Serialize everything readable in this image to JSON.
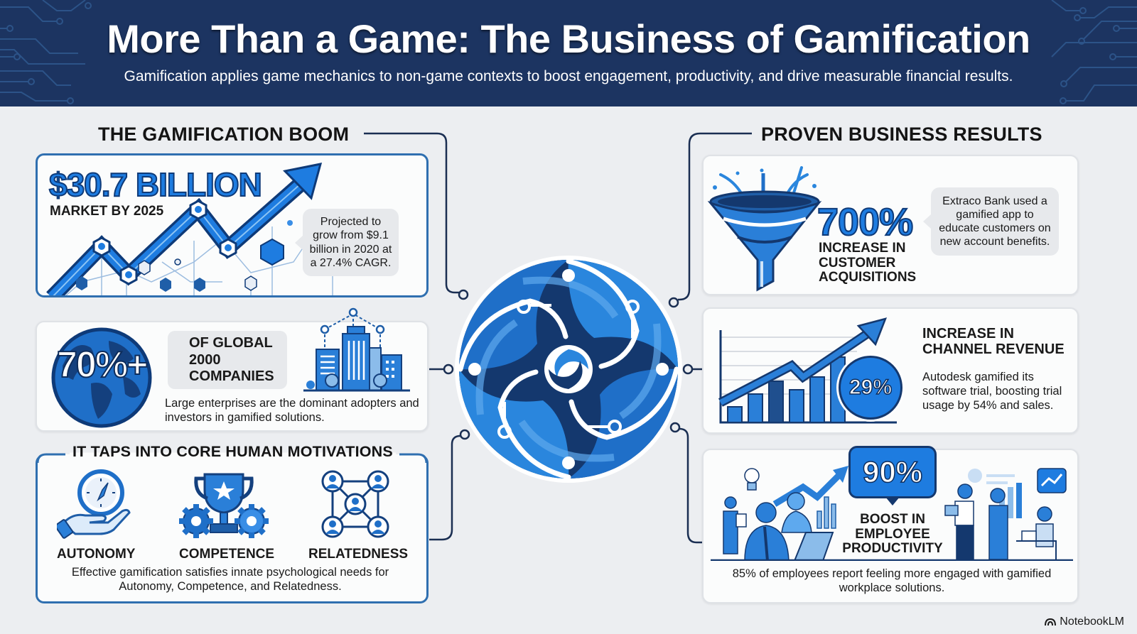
{
  "header": {
    "title": "More Than a Game: The Business of Gamification",
    "subtitle": "Gamification applies game mechanics to non-game contexts to boost engagement, productivity, and drive measurable financial results."
  },
  "left_section": {
    "title": "THE GAMIFICATION BOOM",
    "market_card": {
      "headline": "$30.7 BILLION",
      "subheadline": "MARKET BY 2025",
      "note": "Projected to grow from $9.1 billion in 2020 at a 27.4% CAGR.",
      "icon": "rising-line-chart-arrow-icon"
    },
    "adoption_card": {
      "stat": "70%+",
      "label_line1": "OF GLOBAL",
      "label_line2": "2000",
      "label_line3": "COMPANIES",
      "description": "Large enterprises are the dominant adopters and investors in gamified solutions.",
      "icons": [
        "globe-icon",
        "city-buildings-icon"
      ]
    },
    "motivations_card": {
      "title": "IT TAPS INTO CORE HUMAN MOTIVATIONS",
      "items": [
        {
          "label": "AUTONOMY",
          "icon": "hand-compass-icon"
        },
        {
          "label": "COMPETENCE",
          "icon": "trophy-gears-icon"
        },
        {
          "label": "RELATEDNESS",
          "icon": "people-network-icon"
        }
      ],
      "description": "Effective gamification satisfies innate psychological needs for Autonomy, Competence, and Relatedness."
    }
  },
  "center": {
    "icon": "swirl-circuit-logo-icon"
  },
  "right_section": {
    "title": "PROVEN BUSINESS RESULTS",
    "acquisition_card": {
      "stat": "700%",
      "label_line1": "INCREASE IN",
      "label_line2": "CUSTOMER",
      "label_line3": "ACQUISITIONS",
      "note": "Extraco Bank used a gamified app to educate customers on new account benefits.",
      "icon": "funnel-icon"
    },
    "revenue_card": {
      "stat": "29%",
      "label_line1": "INCREASE IN",
      "label_line2": "CHANNEL REVENUE",
      "description": "Autodesk gamified its software trial, boosting trial usage by 54% and sales.",
      "icon": "bar-chart-arrow-icon"
    },
    "productivity_card": {
      "stat": "90%",
      "label_line1": "BOOST IN",
      "label_line2": "EMPLOYEE",
      "label_line3": "PRODUCTIVITY",
      "description": "85% of employees report feeling more engaged with gamified workplace solutions.",
      "icon": "team-working-illustration-icon"
    }
  },
  "footer": {
    "brand": "NotebookLM"
  },
  "colors": {
    "header_bg": "#1c3461",
    "page_bg": "#eceef1",
    "accent_blue": "#1e7ce0",
    "dark_navy": "#0e3a78",
    "card_border": "#2f6fb0"
  }
}
